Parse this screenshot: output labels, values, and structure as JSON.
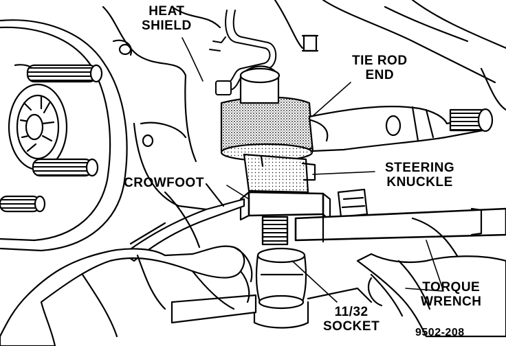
{
  "labels": {
    "heat_shield": [
      "HEAT",
      "SHIELD"
    ],
    "tie_rod_end": [
      "TIE ROD",
      "END"
    ],
    "steering_knuckle": [
      "STEERING",
      "KNUCKLE"
    ],
    "crowfoot": [
      "CROWFOOT"
    ],
    "torque_wrench": [
      "TORQUE",
      "WRENCH"
    ],
    "socket": [
      "11/32",
      "SOCKET"
    ]
  },
  "figure_number": "9502-208",
  "colors": {
    "ink": "#000000",
    "paper": "#ffffff",
    "shade": "#bdbdbd"
  }
}
